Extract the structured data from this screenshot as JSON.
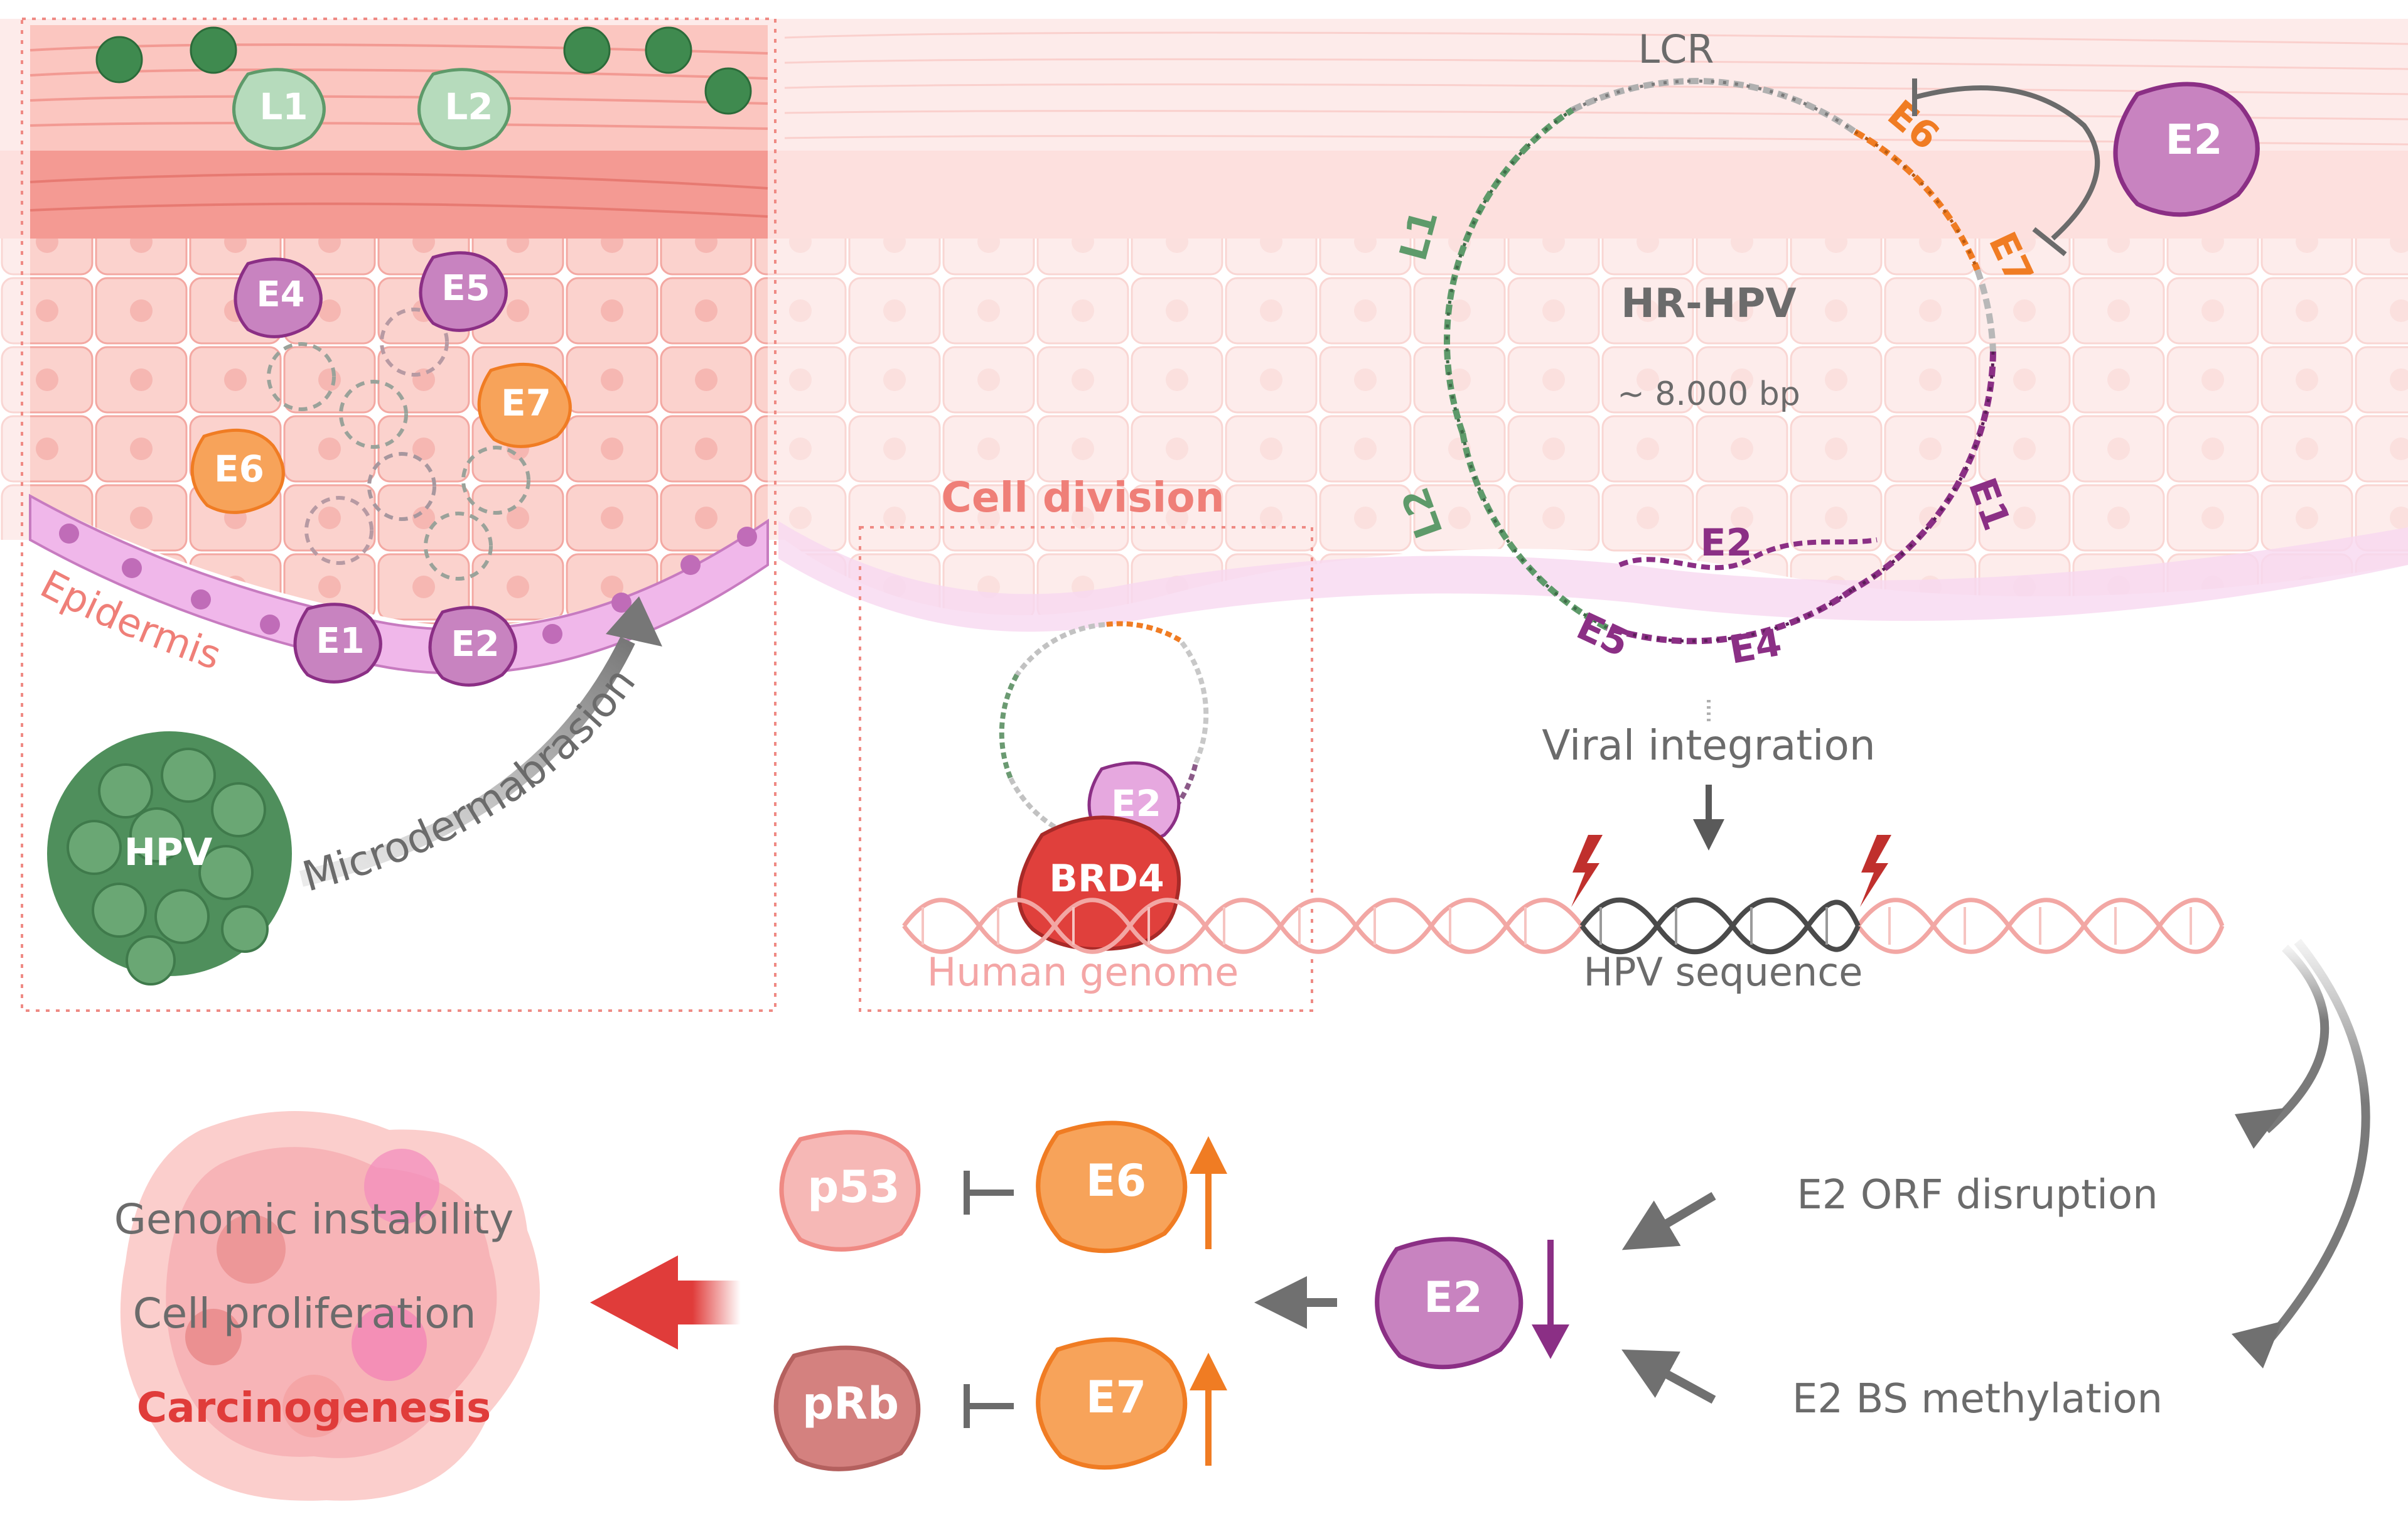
{
  "panel_left": {
    "proteins": {
      "l1": "L1",
      "l2": "L2",
      "e4": "E4",
      "e5": "E5",
      "e7": "E7",
      "e6": "E6",
      "e1": "E1",
      "e2": "E2"
    },
    "epidermis_label": "Epidermis",
    "virus_label": "HPV",
    "arrow_label": "Microdermabrasion"
  },
  "panel_middle": {
    "title": "Cell division",
    "e2_label": "E2",
    "brd4_label": "BRD4",
    "genome_label": "Human genome"
  },
  "genome_map": {
    "lcr_label": "LCR",
    "e6_label": "E6",
    "e7_label": "E7",
    "l1_label": "L1",
    "l2_label": "L2",
    "e1_label": "E1",
    "e2_label": "E2",
    "e5_label": "E5",
    "e4_label": "E4",
    "title": "HR-HPV",
    "size": "~ 8.000 bp",
    "free_e2_label": "E2"
  },
  "integration": {
    "label": "Viral integration",
    "sequence_label": "HPV sequence"
  },
  "outcome": {
    "disruption_label": "E2 ORF disruption",
    "methylation_label": "E2 BS methylation",
    "e2_label": "E2",
    "e6_label": "E6",
    "e7_label": "E7",
    "p53_label": "p53",
    "prb_label": "pRb",
    "instability_label": "Genomic instability",
    "proliferation_label": "Cell proliferation",
    "carcinogenesis_label": "Carcinogenesis"
  },
  "colors": {
    "green": "#5e9a6a",
    "purple": "#8b2f85",
    "orange": "#f07c23",
    "red": "#e03c3a",
    "grey": "#6b6b6b",
    "pink": "#f2a7a4"
  }
}
